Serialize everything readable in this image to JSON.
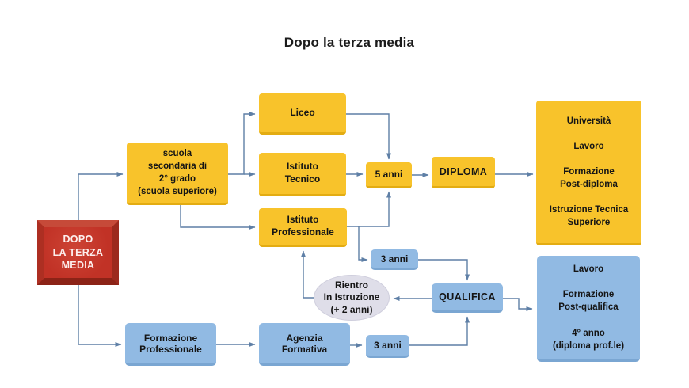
{
  "title": "Dopo la terza media",
  "colors": {
    "box_yellow": "#F8C32B",
    "box_blue": "#91BAE3",
    "box_red": "#C1392B",
    "ellipse_gray": "#DFDEE9",
    "connector_blue": "#5E7FA6",
    "text_dark": "#151515",
    "text_on_red": "#FDEEEC"
  },
  "nodes": {
    "start": {
      "label": "DOPO\nLA TERZA\nMEDIA"
    },
    "scuola": {
      "label": "scuola\nsecondaria di\n2° grado\n(scuola superiore)"
    },
    "liceo": {
      "label": "Liceo"
    },
    "tecnico": {
      "label": "Istituto\nTecnico"
    },
    "professionale": {
      "label": "Istituto\nProfessionale"
    },
    "anni5": {
      "label": "5 anni"
    },
    "diploma": {
      "label": "DIPLOMA"
    },
    "esiti_diploma": {
      "label": "Università\n\nLavoro\n\nFormazione\nPost-diploma\n\nIstruzione Tecnica\nSuperiore"
    },
    "anni3_superiore": {
      "label": "3 anni"
    },
    "rientro": {
      "label": "Rientro\nIn Istruzione\n(+ 2 anni)"
    },
    "qualifica": {
      "label": "QUALIFICA"
    },
    "esiti_qualifica": {
      "label": "Lavoro\n\nFormazione\nPost-qualifica\n\n4° anno\n(diploma prof.le)"
    },
    "formazione": {
      "label": "Formazione\nProfessionale"
    },
    "agenzia": {
      "label": "Agenzia\nFormativa"
    },
    "anni3_formazione": {
      "label": "3 anni"
    }
  },
  "edges": [
    {
      "from": "start",
      "to": "scuola"
    },
    {
      "from": "start",
      "to": "formazione"
    },
    {
      "from": "scuola",
      "to": "liceo"
    },
    {
      "from": "scuola",
      "to": "tecnico"
    },
    {
      "from": "scuola",
      "to": "professionale"
    },
    {
      "from": "liceo",
      "to": "anni5"
    },
    {
      "from": "tecnico",
      "to": "anni5"
    },
    {
      "from": "professionale",
      "to": "anni5"
    },
    {
      "from": "professionale",
      "to": "anni3_superiore"
    },
    {
      "from": "anni3_superiore",
      "to": "qualifica"
    },
    {
      "from": "anni5",
      "to": "diploma"
    },
    {
      "from": "diploma",
      "to": "esiti_diploma"
    },
    {
      "from": "qualifica",
      "to": "rientro"
    },
    {
      "from": "rientro",
      "to": "professionale"
    },
    {
      "from": "formazione",
      "to": "agenzia"
    },
    {
      "from": "agenzia",
      "to": "anni3_formazione"
    },
    {
      "from": "anni3_formazione",
      "to": "qualifica"
    },
    {
      "from": "qualifica",
      "to": "esiti_qualifica"
    }
  ]
}
